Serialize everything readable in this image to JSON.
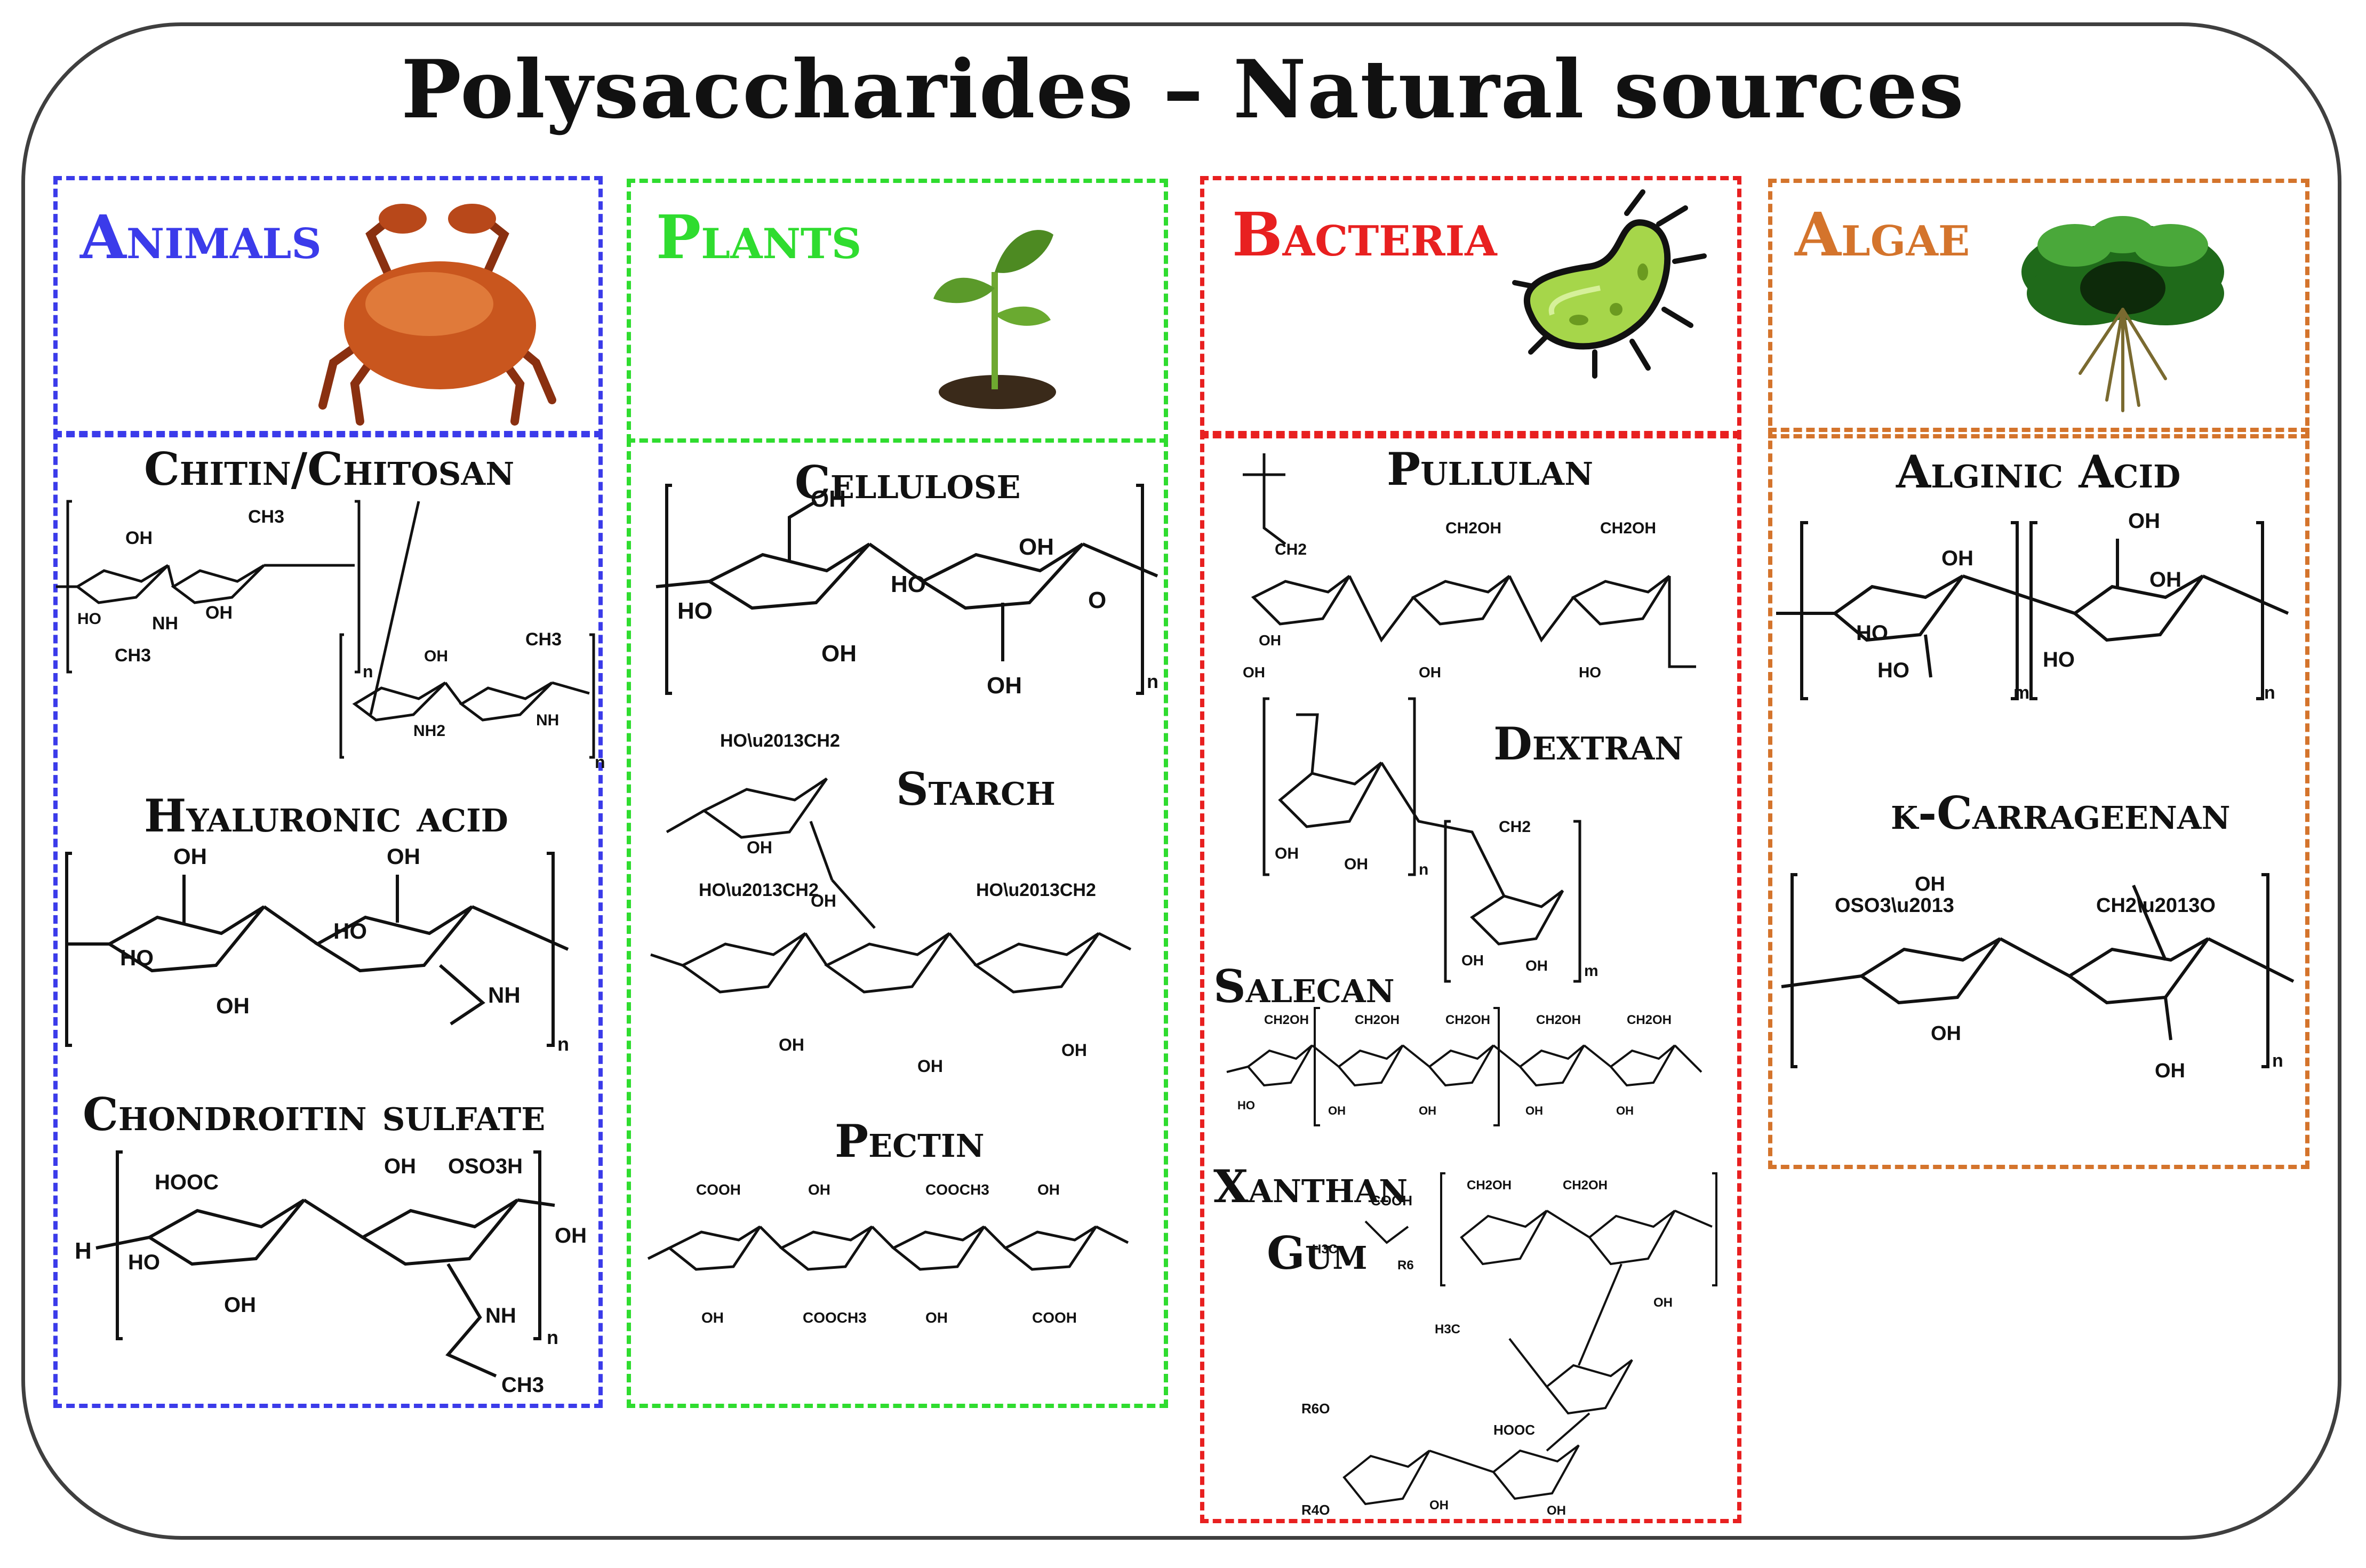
{
  "title": "Polysaccharides – Natural sources",
  "colors": {
    "animals": "#3b3bea",
    "plants": "#2fdc2f",
    "bacteria": "#e82020",
    "algae": "#d4742c",
    "frame": "#3f3f3f"
  },
  "categories": [
    {
      "label": "Animals",
      "icon": "crab-icon",
      "polysaccharides": [
        "Chitin/Chitosan",
        "Hyaluronic acid",
        "Chondroitin sulfate"
      ]
    },
    {
      "label": "Plants",
      "icon": "seedling-icon",
      "polysaccharides": [
        "Cellulose",
        "Starch",
        "Pectin"
      ]
    },
    {
      "label": "Bacteria",
      "icon": "bacterium-icon",
      "polysaccharides": [
        "Pullulan",
        "Dextran",
        "Salecan",
        "Xanthan",
        "Gum"
      ]
    },
    {
      "label": "Algae",
      "icon": "seaweed-icon",
      "polysaccharides": [
        "Alginic Acid",
        "k-Carrageenan"
      ]
    }
  ]
}
